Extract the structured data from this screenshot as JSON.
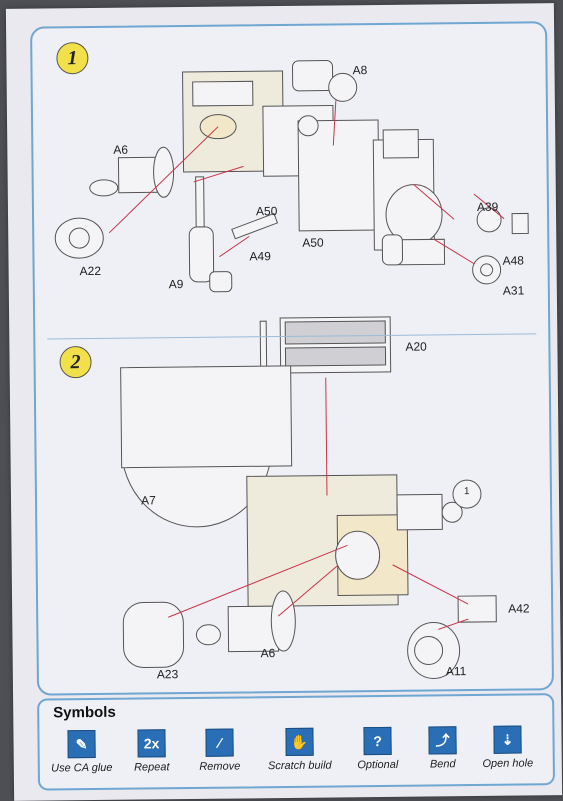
{
  "steps": [
    {
      "number": "1"
    },
    {
      "number": "2"
    }
  ],
  "step1_labels": {
    "a8": "A8",
    "a6": "A6",
    "a22": "A22",
    "a50_top": "A50",
    "a50_bottom": "A50",
    "a49": "A49",
    "a9": "A9",
    "a39": "A39",
    "a48": "A48",
    "a31": "A31"
  },
  "step2_labels": {
    "a20": "A20",
    "a7": "A7",
    "callout": "1",
    "a42": "A42",
    "a23": "A23",
    "a6": "A6",
    "a11": "A11"
  },
  "symbols": {
    "title": "Symbols",
    "items": [
      {
        "icon": "glue-icon",
        "glyph": "✎",
        "label": "Use CA glue"
      },
      {
        "icon": "repeat-icon",
        "glyph": "2x",
        "label": "Repeat"
      },
      {
        "icon": "remove-icon",
        "glyph": "⁄",
        "label": "Remove"
      },
      {
        "icon": "hand-icon",
        "glyph": "✋",
        "label": "Scratch build"
      },
      {
        "icon": "question-icon",
        "glyph": "?",
        "label": "Optional"
      },
      {
        "icon": "bend-icon",
        "glyph": "⤴",
        "label": "Bend"
      },
      {
        "icon": "drill-icon",
        "glyph": "⇣",
        "label": "Open hole"
      }
    ]
  },
  "colors": {
    "accent": "#6fa6d2",
    "badge": "#f2e04a",
    "arrow": "#c8344a",
    "icon": "#2a6fb5"
  }
}
